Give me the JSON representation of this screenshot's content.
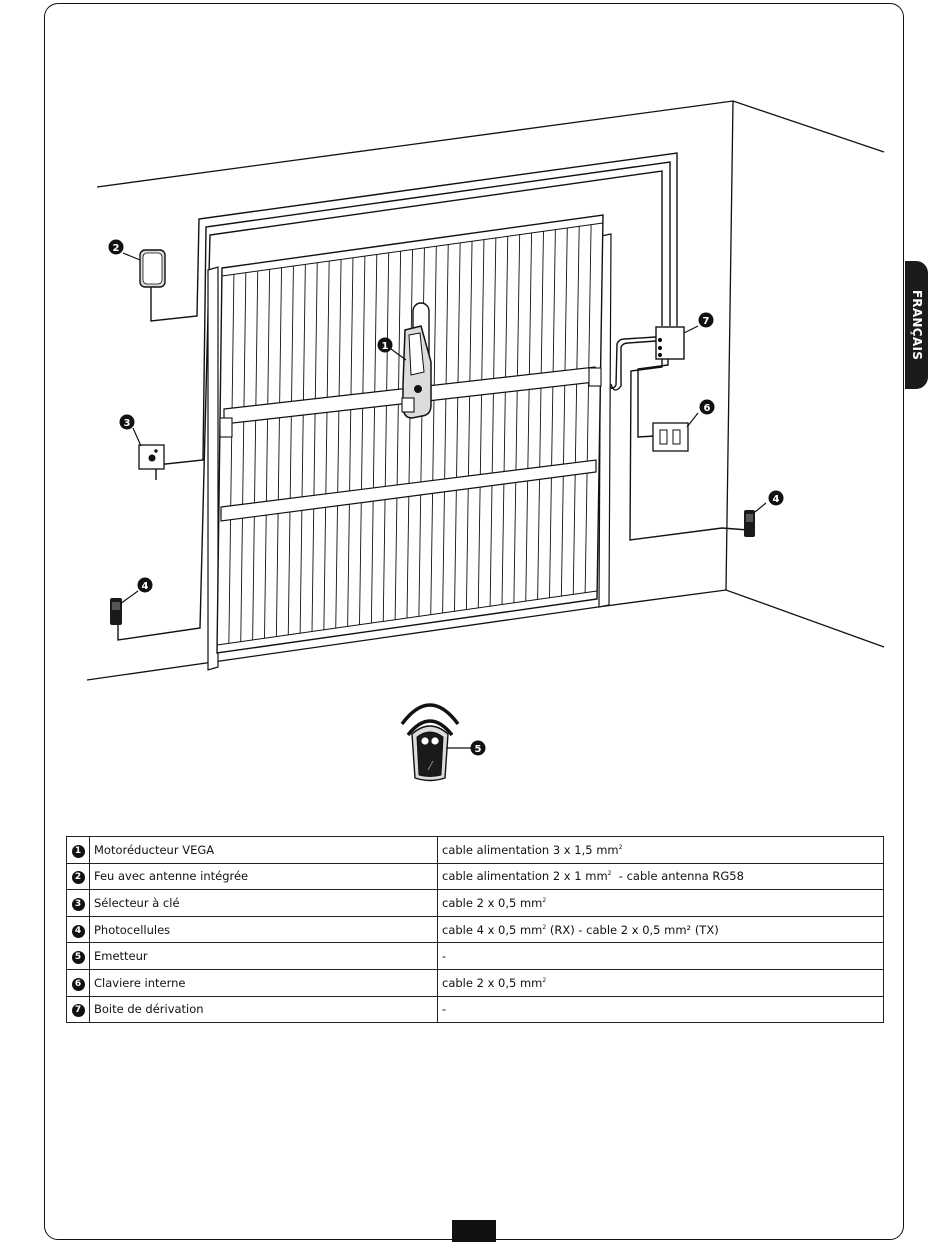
{
  "side_tab": {
    "label": "FRANÇAIS"
  },
  "callouts": {
    "motor": "1",
    "lamp": "2",
    "selector": "3",
    "photocell_left": "4",
    "photocell_right": "4",
    "transmitter": "5",
    "keypad": "6",
    "junction_box": "7"
  },
  "legend": [
    {
      "num": "1",
      "name": "Motoréducteur VEGA",
      "cable": "cable alimentation 3 x 1,5 mm",
      "cable_suffix": ""
    },
    {
      "num": "2",
      "name": "Feu avec antenne intégrée",
      "cable": "cable alimentation 2 x 1 mm",
      "cable_suffix": "  - cable antenna RG58"
    },
    {
      "num": "3",
      "name": "Sélecteur à clé",
      "cable": "cable 2 x 0,5 mm",
      "cable_suffix": ""
    },
    {
      "num": "4",
      "name": "Photocellules",
      "cable": "cable 4 x 0,5 mm",
      "cable_suffix": " (RX) - cable 2 x 0,5 mm² (TX)"
    },
    {
      "num": "5",
      "name": "Emetteur",
      "cable": "-",
      "cable_suffix": ""
    },
    {
      "num": "6",
      "name": "Claviere interne",
      "cable": "cable 2 x 0,5 mm",
      "cable_suffix": ""
    },
    {
      "num": "7",
      "name": "Boite de dérivation",
      "cable": "-",
      "cable_suffix": ""
    }
  ],
  "superscript": "2",
  "colors": {
    "ink": "#111111",
    "device_gray": "#dcdcdc"
  }
}
